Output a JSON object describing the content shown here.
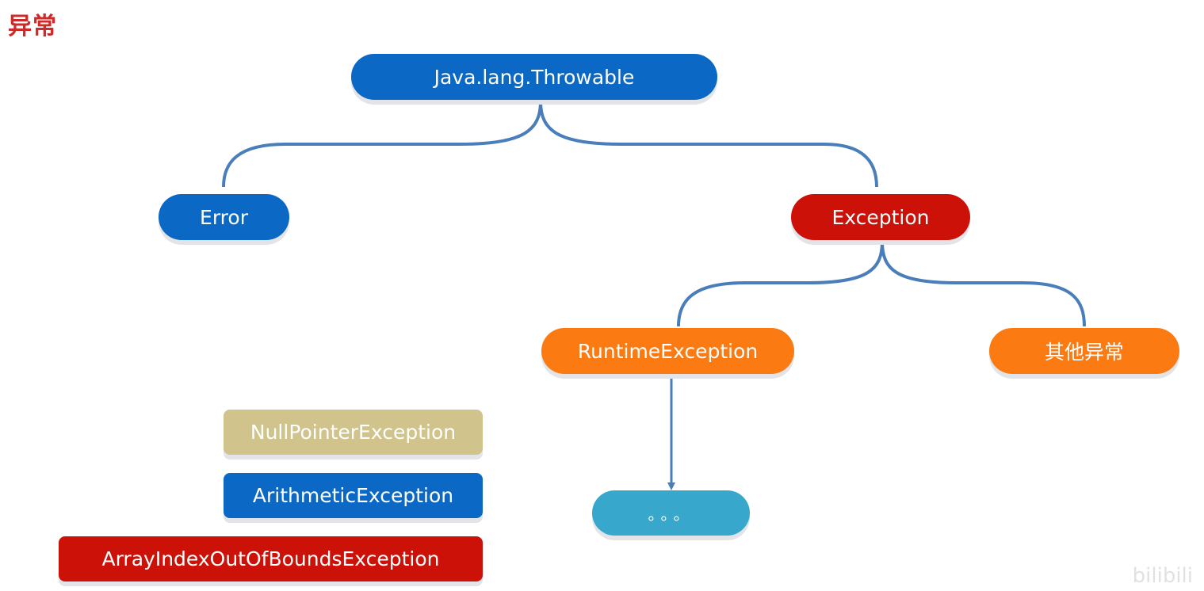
{
  "page_title": "异常",
  "nodes": {
    "throwable": "Java.lang.Throwable",
    "error": "Error",
    "exception": "Exception",
    "runtime_exception": "RuntimeException",
    "other_exception": "其他异常",
    "more": "。。。"
  },
  "examples": {
    "null_pointer": "NullPointerException",
    "arithmetic": "ArithmeticException",
    "array_index": "ArrayIndexOutOfBoundsException"
  },
  "watermark": "bilibili",
  "colors": {
    "blue": "#0b68c4",
    "red": "#cc1208",
    "orange": "#fb7a12",
    "khaki": "#d0c38b",
    "teal": "#37a8cc",
    "connector": "#4a7ebb",
    "title": "#cf2a2a"
  }
}
